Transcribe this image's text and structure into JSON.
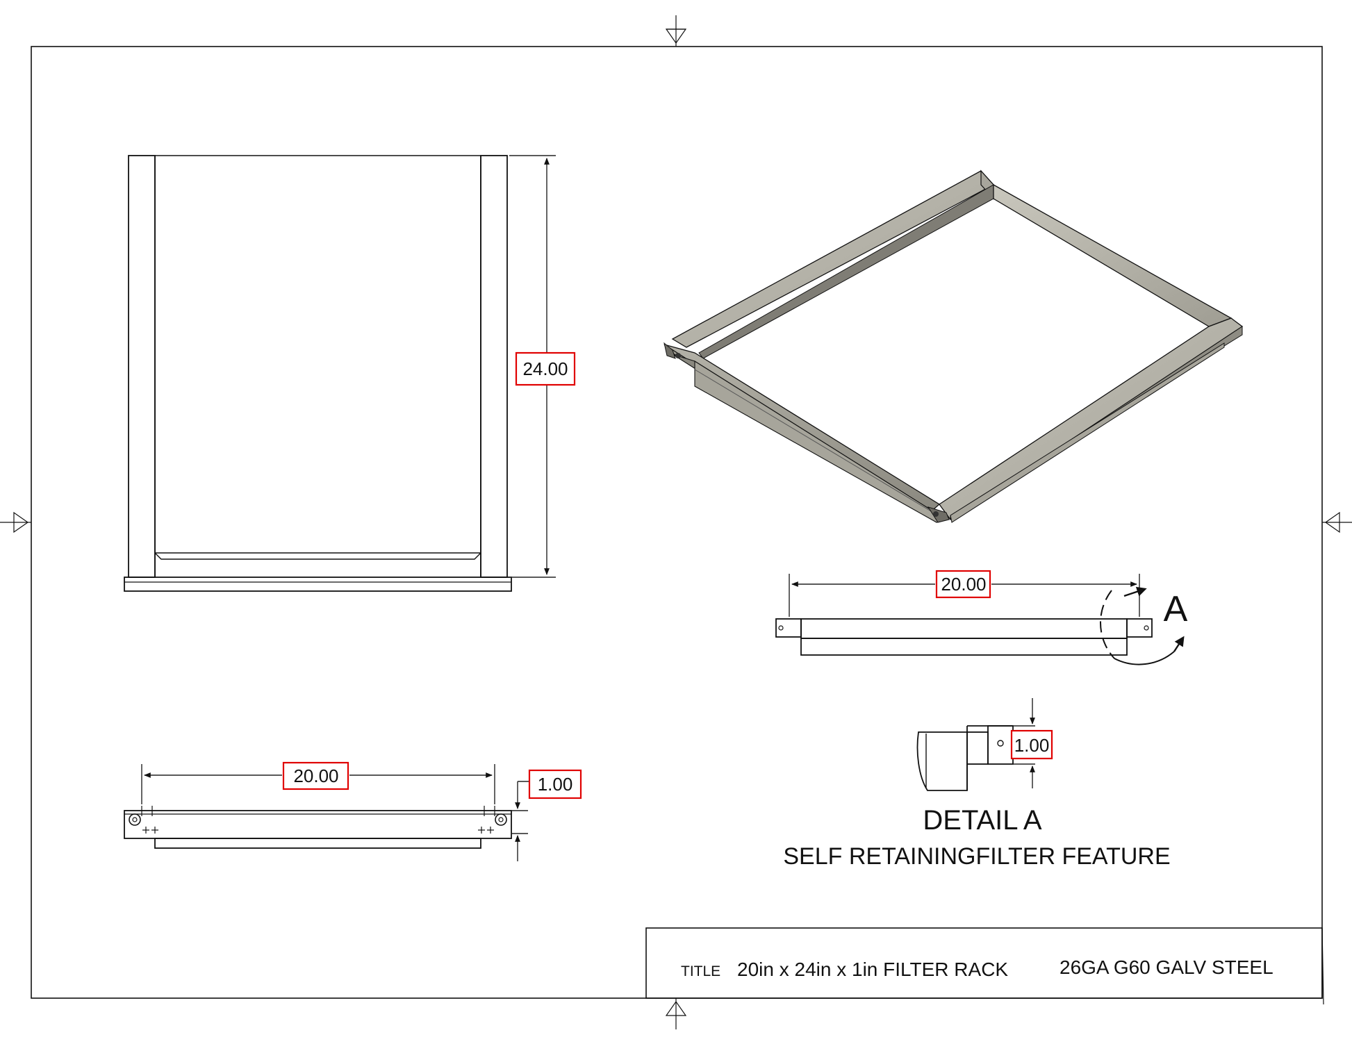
{
  "dimensions": {
    "front_height": "24.00",
    "bottom_width": "20.00",
    "bottom_depth": "1.00",
    "side_width": "20.00",
    "detail_depth": "1.00"
  },
  "detail": {
    "marker": "A",
    "title": "DETAIL A",
    "subtitle": "SELF RETAININGFILTER FEATURE"
  },
  "title_block": {
    "label": "TITLE",
    "title": "20in x 24in x 1in FILTER RACK",
    "material": "26GA G60 GALV STEEL"
  },
  "colors": {
    "dimension_box": "#e00000",
    "steel_light": "#bdbbb1",
    "steel_dark": "#8e8c83",
    "line": "#111111"
  }
}
